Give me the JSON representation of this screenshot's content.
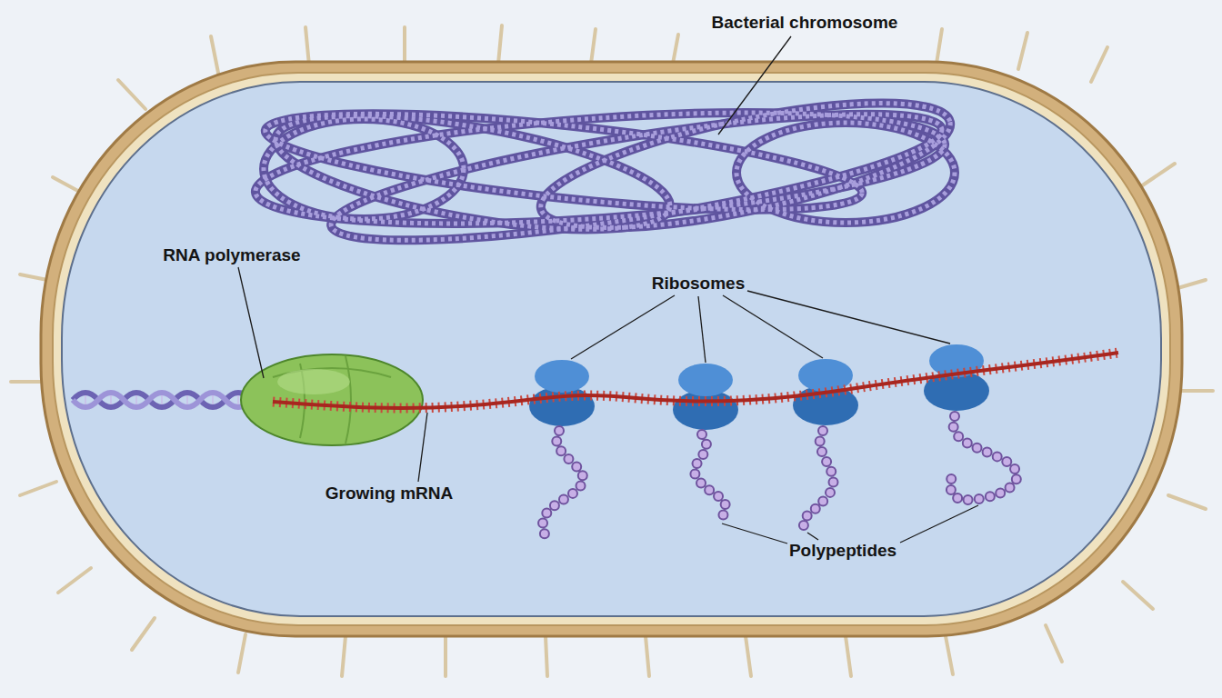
{
  "diagram": {
    "labels": [
      "Bacterial chromosome",
      "RNA polymerase",
      "Ribosomes",
      "Growing mRNA",
      "Polypeptides"
    ]
  }
}
